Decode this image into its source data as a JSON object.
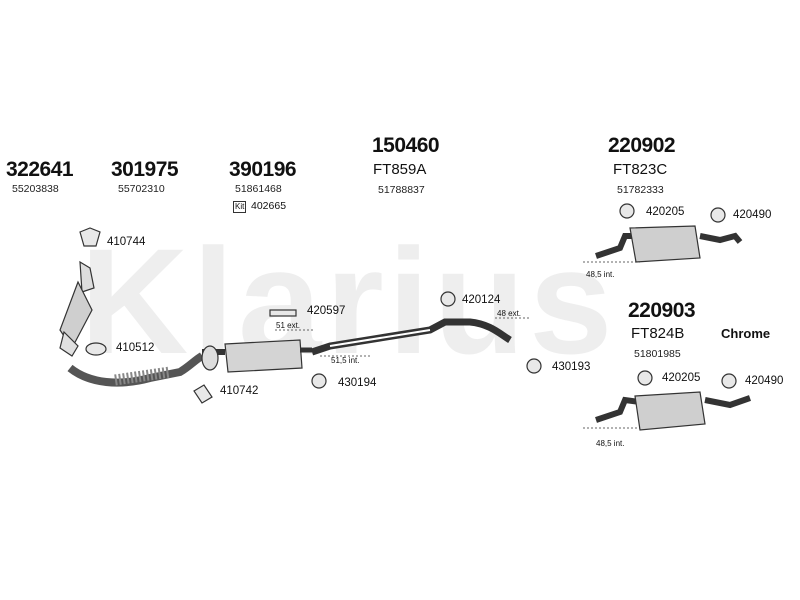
{
  "brand": {
    "watermark": "Klarius"
  },
  "groups": [
    {
      "part": "322641",
      "oem": "55203838"
    },
    {
      "part": "301975",
      "oem": "55702310"
    },
    {
      "part": "390196",
      "oem": "51861468",
      "kit_label": "Kit",
      "kit_part": "402665"
    },
    {
      "part": "150460",
      "ref": "FT859A",
      "oem": "51788837"
    },
    {
      "part": "220902",
      "ref": "FT823C",
      "oem": "51782333"
    },
    {
      "part": "220903",
      "ref": "FT824B",
      "oem": "51801985"
    }
  ],
  "fittings": [
    "410744",
    "410512",
    "410742",
    "420597",
    "430194",
    "420124",
    "430193",
    "420205",
    "420490",
    "420205",
    "420490"
  ],
  "dimensions": [
    "51 ext.",
    "51,5 int.",
    "48 ext.",
    "48,5 int.",
    "48,5 int."
  ],
  "variant_label": "Chrome"
}
